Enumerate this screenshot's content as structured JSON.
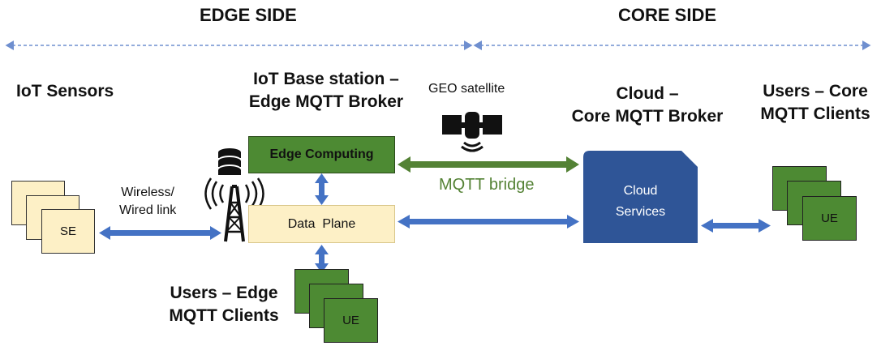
{
  "headers": {
    "edge_side": "EDGE SIDE",
    "core_side": "CORE SIDE"
  },
  "titles": {
    "iot_sensors": "IoT Sensors",
    "base_station_line1": "IoT Base station –",
    "base_station_line2": "Edge MQTT Broker",
    "geo_satellite": "GEO satellite",
    "cloud_line1": "Cloud –",
    "cloud_line2": "Core MQTT Broker",
    "users_core_line1": "Users – Core",
    "users_core_line2": "MQTT Clients",
    "users_edge_line1": "Users – Edge",
    "users_edge_line2": "MQTT Clients"
  },
  "boxes": {
    "edge_computing": "Edge Computing",
    "data_plane": "Data  Plane",
    "cloud_line1": "Cloud",
    "cloud_line2": "Services",
    "se": "SE",
    "ue_edge": "UE",
    "ue_core": "UE"
  },
  "links": {
    "wireless_line1": "Wireless/",
    "wireless_line2": "Wired link",
    "mqtt_bridge": "MQTT bridge"
  },
  "colors": {
    "arrow_blue": "#4472c4",
    "bridge_green": "#548235",
    "edge_green": "#4d8a33",
    "sensor_cream": "#fdf0c6",
    "cloud_blue": "#2f5597"
  }
}
